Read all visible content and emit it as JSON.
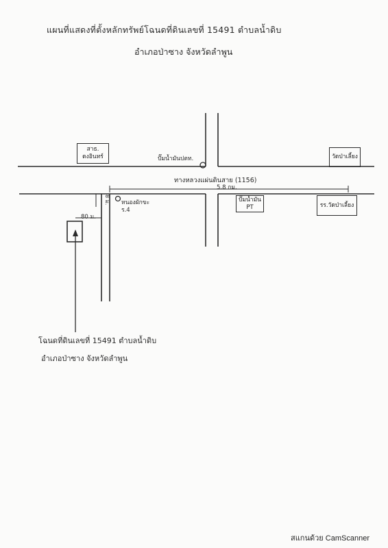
{
  "title": {
    "line1": "แผนที่แสดงที่ตั้งหลักทรัพย์โฉนดที่ดินเลขที่ 15491 ตำบลน้ำดิบ",
    "line2": "อำเภอป่าซาง จังหวัดลำพูน"
  },
  "map": {
    "road_label": "ทางหลวงแผ่นดินสาย (1156)",
    "distance_label": "5.8 กม.",
    "side_distance_label": "80 ม.",
    "vertical_distance_label": "8 ม.",
    "landmarks": {
      "top_left_box": "สาธ.\nดงอินทร์",
      "top_right_box": "วัดป่าเลี้ยง",
      "station_label": "ปั๊มน้ำมันปตท.",
      "bottom_mid_box": "ปั๊มน้ำมัน PT",
      "bottom_right_box": "รร.วัดป่าเลี้ยง",
      "circle_label": "หนองผักขะ\nร.4"
    }
  },
  "caption": {
    "line1": "โฉนดที่ดินเลขที่ 15491 ตำบลน้ำดิบ",
    "line2": "อำเภอป่าซาง จังหวัดลำพูน"
  },
  "footer": {
    "watermark": "สแกนด้วย CamScanner"
  }
}
